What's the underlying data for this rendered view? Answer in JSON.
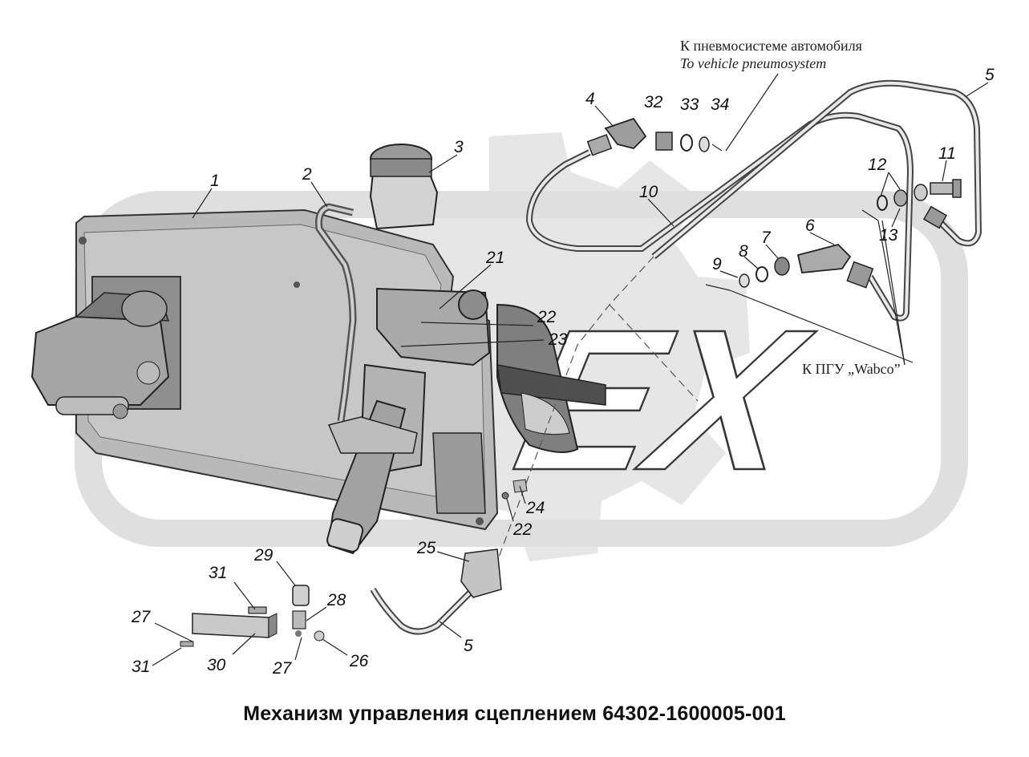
{
  "notes": {
    "pneumo_ru": "К пневмосистеме автомобиля",
    "pneumo_en": "To vehicle pneumosystem",
    "wabco": "К ПГУ „Wabco”"
  },
  "watermark": "EX",
  "caption": "Механизм управления сцеплением 64302-1600005-001",
  "callouts": [
    "1",
    "2",
    "3",
    "4",
    "32",
    "33",
    "34",
    "5",
    "10",
    "12",
    "11",
    "13",
    "6",
    "7",
    "8",
    "9",
    "21",
    "22",
    "23",
    "24",
    "22",
    "25",
    "29",
    "31",
    "28",
    "27",
    "30",
    "31",
    "27",
    "26",
    "5"
  ]
}
